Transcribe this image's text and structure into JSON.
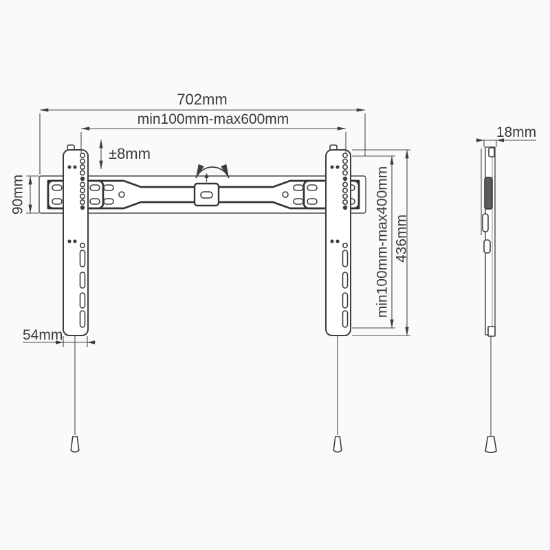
{
  "meta": {
    "type": "technical-dimension-diagram",
    "subject": "TV wall mount bracket, front and side views",
    "background_color": "#fafafa",
    "line_color": "#3d3d3d"
  },
  "dimensions": {
    "overall_width": "702mm",
    "vesa_width_range": "min100mm-max600mm",
    "height_adjustment": "±8mm",
    "rail_height": "90mm",
    "bracket_width": "54mm",
    "vesa_height_range": "min100mm-max400mm",
    "bracket_height": "436mm",
    "profile_depth": "18mm"
  }
}
